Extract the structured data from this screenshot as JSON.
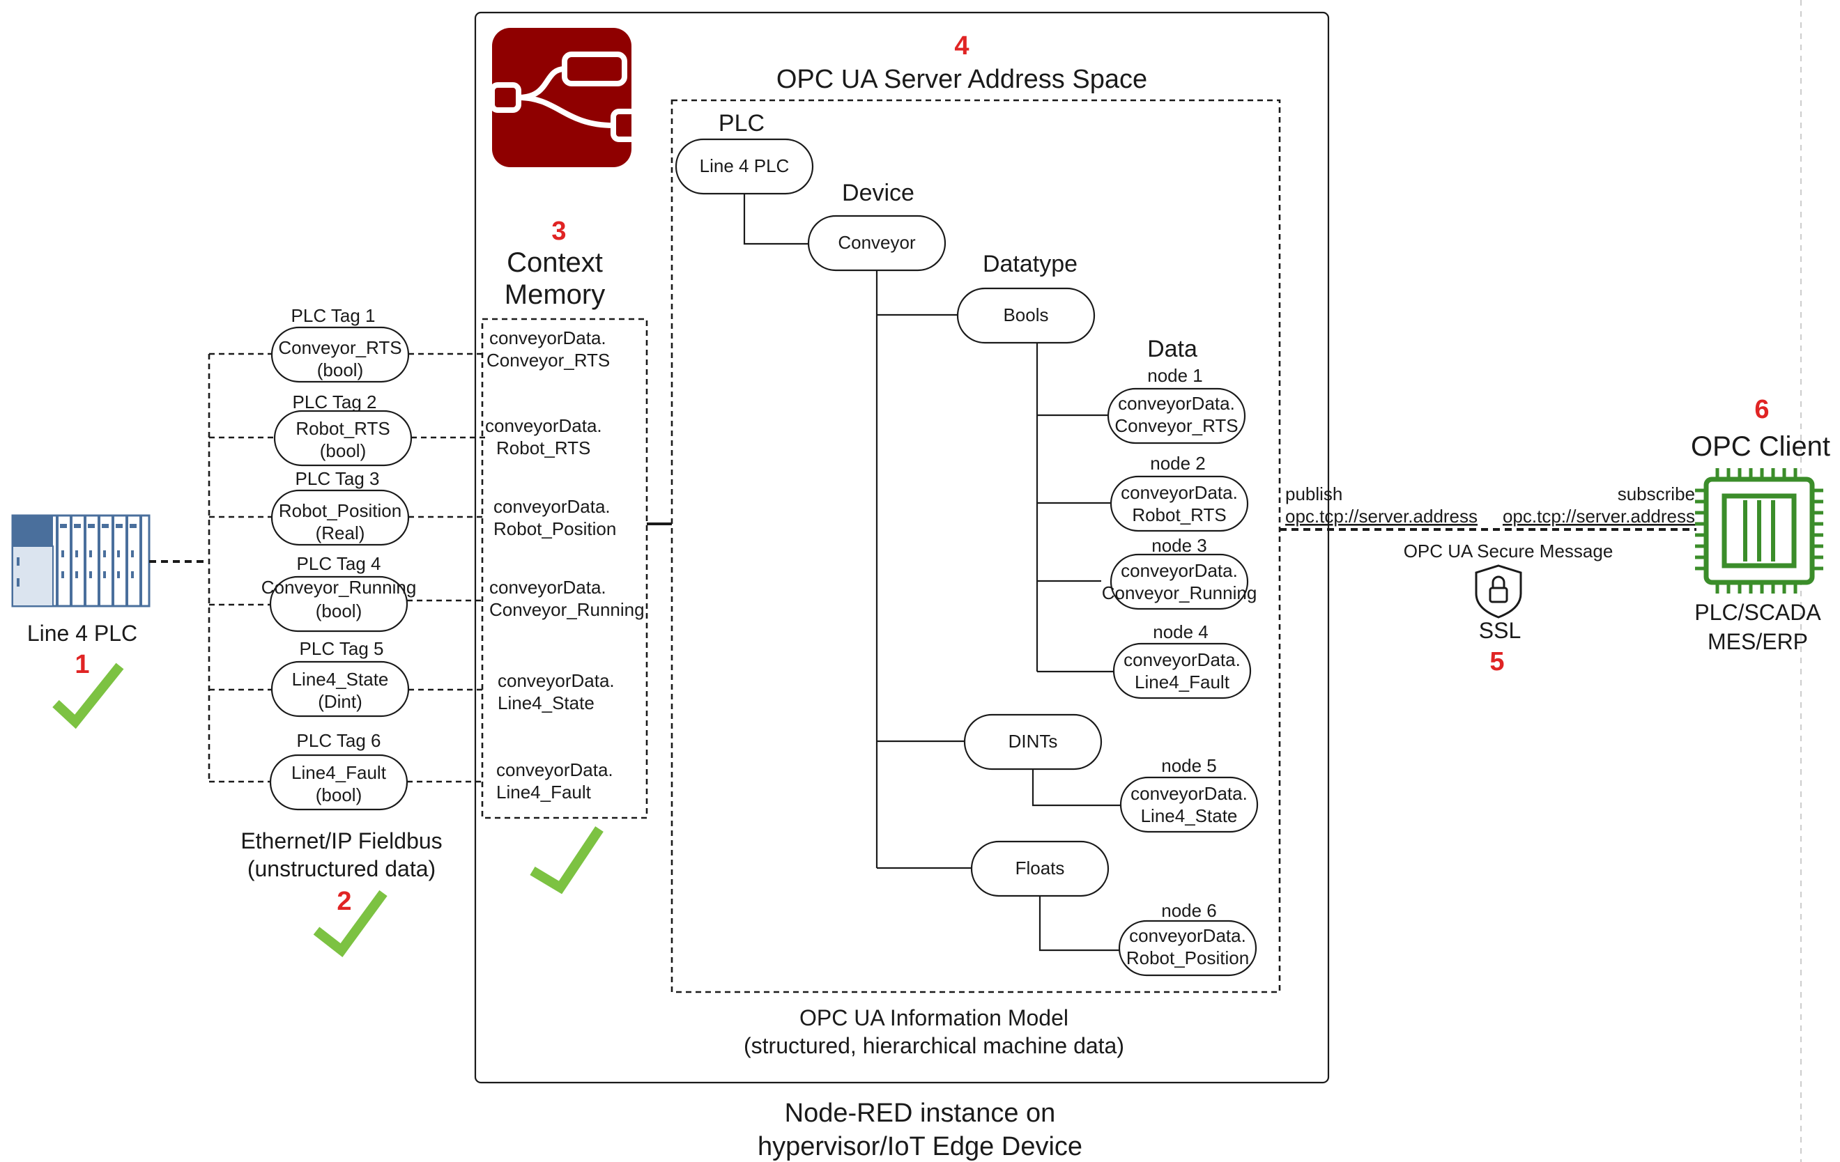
{
  "plc": {
    "label": "Line 4 PLC",
    "number": "1"
  },
  "fieldbus": {
    "title": "Ethernet/IP Fieldbus",
    "subtitle": "(unstructured data)",
    "number": "2"
  },
  "tags": [
    {
      "tag": "PLC Tag 1",
      "name": "Conveyor_RTS",
      "type": "(bool)"
    },
    {
      "tag": "PLC Tag 2",
      "name": "Robot_RTS",
      "type": "(bool)"
    },
    {
      "tag": "PLC Tag 3",
      "name": "Robot_Position",
      "type": "(Real)"
    },
    {
      "tag": "PLC Tag 4",
      "name": "Conveyor_Running",
      "type": "(bool)"
    },
    {
      "tag": "PLC Tag 5",
      "name": "Line4_State",
      "type": "(Dint)"
    },
    {
      "tag": "PLC Tag 6",
      "name": "Line4_Fault",
      "type": "(bool)"
    }
  ],
  "context_memory": {
    "number": "3",
    "title_line1": "Context",
    "title_line2": "Memory",
    "entries": [
      {
        "line1": "conveyorData.",
        "line2": "Conveyor_RTS"
      },
      {
        "line1": "conveyorData.",
        "line2": "Robot_RTS"
      },
      {
        "line1": "conveyorData.",
        "line2": "Robot_Position"
      },
      {
        "line1": "conveyorData.",
        "line2": "Conveyor_Running"
      },
      {
        "line1": "conveyorData.",
        "line2": "Line4_State"
      },
      {
        "line1": "conveyorData.",
        "line2": "Line4_Fault"
      }
    ]
  },
  "address_space": {
    "number": "4",
    "title": "OPC UA Server Address Space",
    "level_plc": "PLC",
    "plc_node": "Line 4 PLC",
    "level_device": "Device",
    "device_node": "Conveyor",
    "level_datatype": "Datatype",
    "level_data": "Data",
    "datatypes": [
      "Bools",
      "DINTs",
      "Floats"
    ],
    "data_nodes": [
      {
        "label": "node 1",
        "line1": "conveyorData.",
        "line2": "Conveyor_RTS"
      },
      {
        "label": "node 2",
        "line1": "conveyorData.",
        "line2": "Robot_RTS"
      },
      {
        "label": "node 3",
        "line1": "conveyorData.",
        "line2": "Conveyor_Running"
      },
      {
        "label": "node 4",
        "line1": "conveyorData.",
        "line2": "Line4_Fault"
      },
      {
        "label": "node 5",
        "line1": "conveyorData.",
        "line2": "Line4_State"
      },
      {
        "label": "node 6",
        "line1": "conveyorData.",
        "line2": "Robot_Position"
      }
    ],
    "model_title": "OPC UA Information Model",
    "model_subtitle": "(structured, hierarchical machine data)"
  },
  "node_red": {
    "line1": "Node-RED instance on",
    "line2": "hypervisor/IoT Edge Device",
    "logo_color": "#8f0000"
  },
  "connection": {
    "publish": "publish",
    "publish_address": "opc.tcp://server.address",
    "subscribe": "subscribe",
    "subscribe_address": "opc.tcp://server.address",
    "secure_message": "OPC UA Secure Message",
    "ssl": "SSL",
    "number": "5"
  },
  "client": {
    "number": "6",
    "title": "OPC Client",
    "line1": "PLC/SCADA",
    "line2": "MES/ERP",
    "chip_color": "#3b8d2a"
  },
  "colors": {
    "number": "#e02424",
    "check": "#7cc242",
    "plc_blue": "#4a6f9c"
  }
}
